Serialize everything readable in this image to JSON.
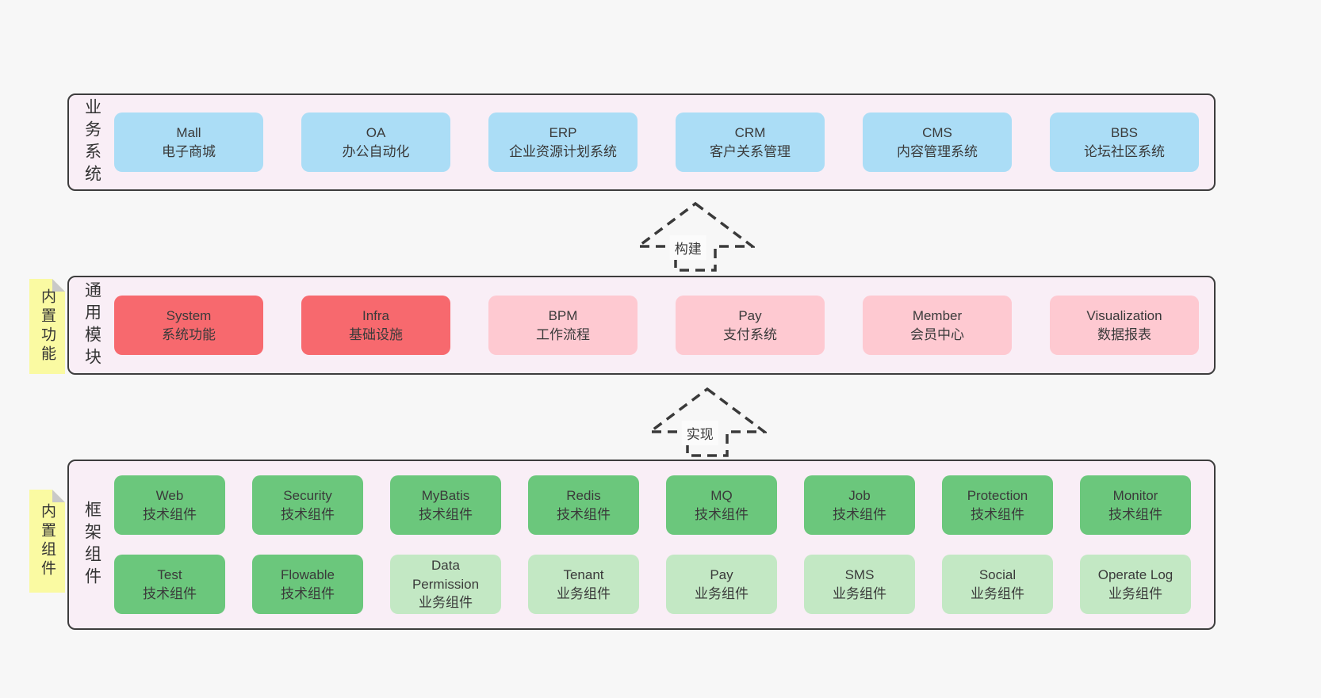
{
  "colors": {
    "page-bg": "#f7f7f7",
    "section-bg": "#f9eef6",
    "section-border": "#3d3d3d",
    "blue": "#abddf6",
    "red": "#f7696e",
    "pink": "#fec9d1",
    "green": "#6bc77c",
    "lightgreen": "#c3e8c4",
    "yellow": "#fafaa2",
    "fold-gray": "#c9c9c9",
    "text": "#333333"
  },
  "sections": [
    {
      "label": "业务系统",
      "rows": [
        [
          {
            "en": "Mall",
            "zh": "电子商城",
            "variant": "blue"
          },
          {
            "en": "OA",
            "zh": "办公自动化",
            "variant": "blue"
          },
          {
            "en": "ERP",
            "zh": "企业资源计划系统",
            "variant": "blue"
          },
          {
            "en": "CRM",
            "zh": "客户关系管理",
            "variant": "blue"
          },
          {
            "en": "CMS",
            "zh": "内容管理系统",
            "variant": "blue"
          },
          {
            "en": "BBS",
            "zh": "论坛社区系统",
            "variant": "blue"
          }
        ]
      ]
    },
    {
      "label": "通用模块",
      "tag": "内置功能",
      "rows": [
        [
          {
            "en": "System",
            "zh": "系统功能",
            "variant": "red"
          },
          {
            "en": "Infra",
            "zh": "基础设施",
            "variant": "red"
          },
          {
            "en": "BPM",
            "zh": "工作流程",
            "variant": "pink"
          },
          {
            "en": "Pay",
            "zh": "支付系统",
            "variant": "pink"
          },
          {
            "en": "Member",
            "zh": "会员中心",
            "variant": "pink"
          },
          {
            "en": "Visualization",
            "zh": "数据报表",
            "variant": "pink"
          }
        ]
      ]
    },
    {
      "label": "框架组件",
      "tag": "内置组件",
      "rows": [
        [
          {
            "en": "Web",
            "zh": "技术组件",
            "variant": "green"
          },
          {
            "en": "Security",
            "zh": "技术组件",
            "variant": "green"
          },
          {
            "en": "MyBatis",
            "zh": "技术组件",
            "variant": "green"
          },
          {
            "en": "Redis",
            "zh": "技术组件",
            "variant": "green"
          },
          {
            "en": "MQ",
            "zh": "技术组件",
            "variant": "green"
          },
          {
            "en": "Job",
            "zh": "技术组件",
            "variant": "green"
          },
          {
            "en": "Protection",
            "zh": "技术组件",
            "variant": "green"
          },
          {
            "en": "Monitor",
            "zh": "技术组件",
            "variant": "green"
          }
        ],
        [
          {
            "en": "Test",
            "zh": "技术组件",
            "variant": "green"
          },
          {
            "en": "Flowable",
            "zh": "技术组件",
            "variant": "green"
          },
          {
            "en": "Data Permission",
            "zh": "业务组件",
            "variant": "lightgreen"
          },
          {
            "en": "Tenant",
            "zh": "业务组件",
            "variant": "lightgreen"
          },
          {
            "en": "Pay",
            "zh": "业务组件",
            "variant": "lightgreen"
          },
          {
            "en": "SMS",
            "zh": "业务组件",
            "variant": "lightgreen"
          },
          {
            "en": "Social",
            "zh": "业务组件",
            "variant": "lightgreen"
          },
          {
            "en": "Operate Log",
            "zh": "业务组件",
            "variant": "lightgreen"
          }
        ]
      ]
    }
  ],
  "arrows": [
    {
      "label": "构建"
    },
    {
      "label": "实现"
    }
  ]
}
